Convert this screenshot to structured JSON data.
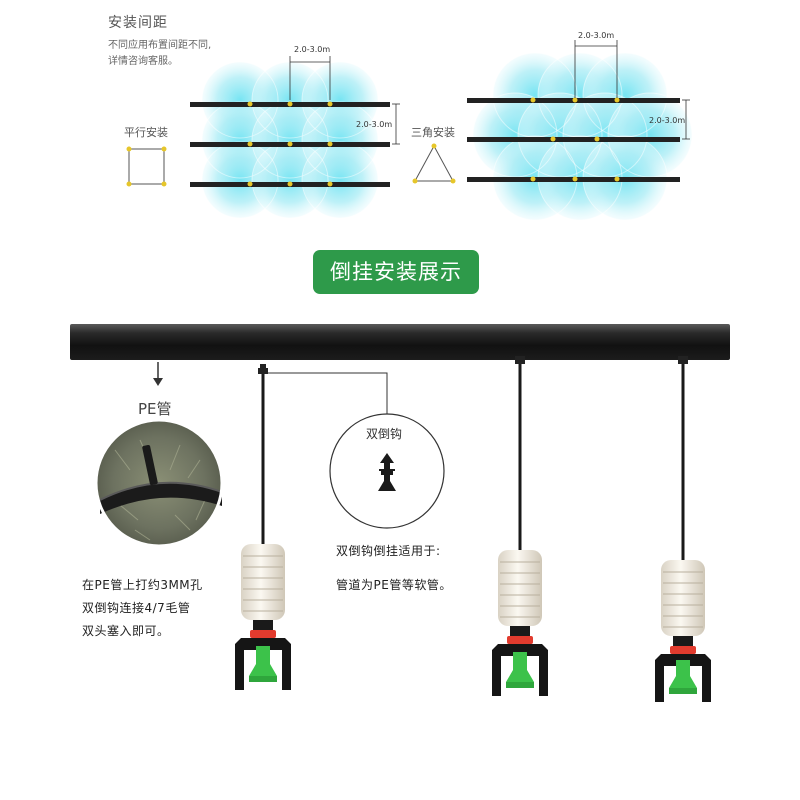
{
  "spacing": {
    "title": "安装间距",
    "note_line1": "不同应用布置间距不同,",
    "note_line2": "详情咨询客服。",
    "parallel_label": "平行安装",
    "triangle_label": "三角安装",
    "dim_horizontal_left": "2.0-3.0m",
    "dim_vertical_left": "2.0-3.0m",
    "dim_horizontal_right": "2.0-3.0m",
    "dim_vertical_right": "2.0-3.0m"
  },
  "banner": {
    "title": "倒挂安装展示"
  },
  "install": {
    "pe_label": "PE管",
    "pe_desc_line1": "在PE管上打约3MM孔",
    "pe_desc_line2": "双倒钩连接4/7毛管",
    "pe_desc_line3": "双头塞入即可。",
    "hook_label": "双倒钩",
    "hook_desc_line1": "双倒钩倒挂适用于:",
    "hook_desc_line2": "管道为PE管等软管。"
  },
  "colors": {
    "banner_green": "#2e9a4a",
    "spray_cyan": "#7fe0ef",
    "nozzle_green": "#3cc24a",
    "nozzle_red": "#e23b2e",
    "emitter_yellow": "#e6c62a",
    "pipe_black": "#1a1a1a"
  }
}
